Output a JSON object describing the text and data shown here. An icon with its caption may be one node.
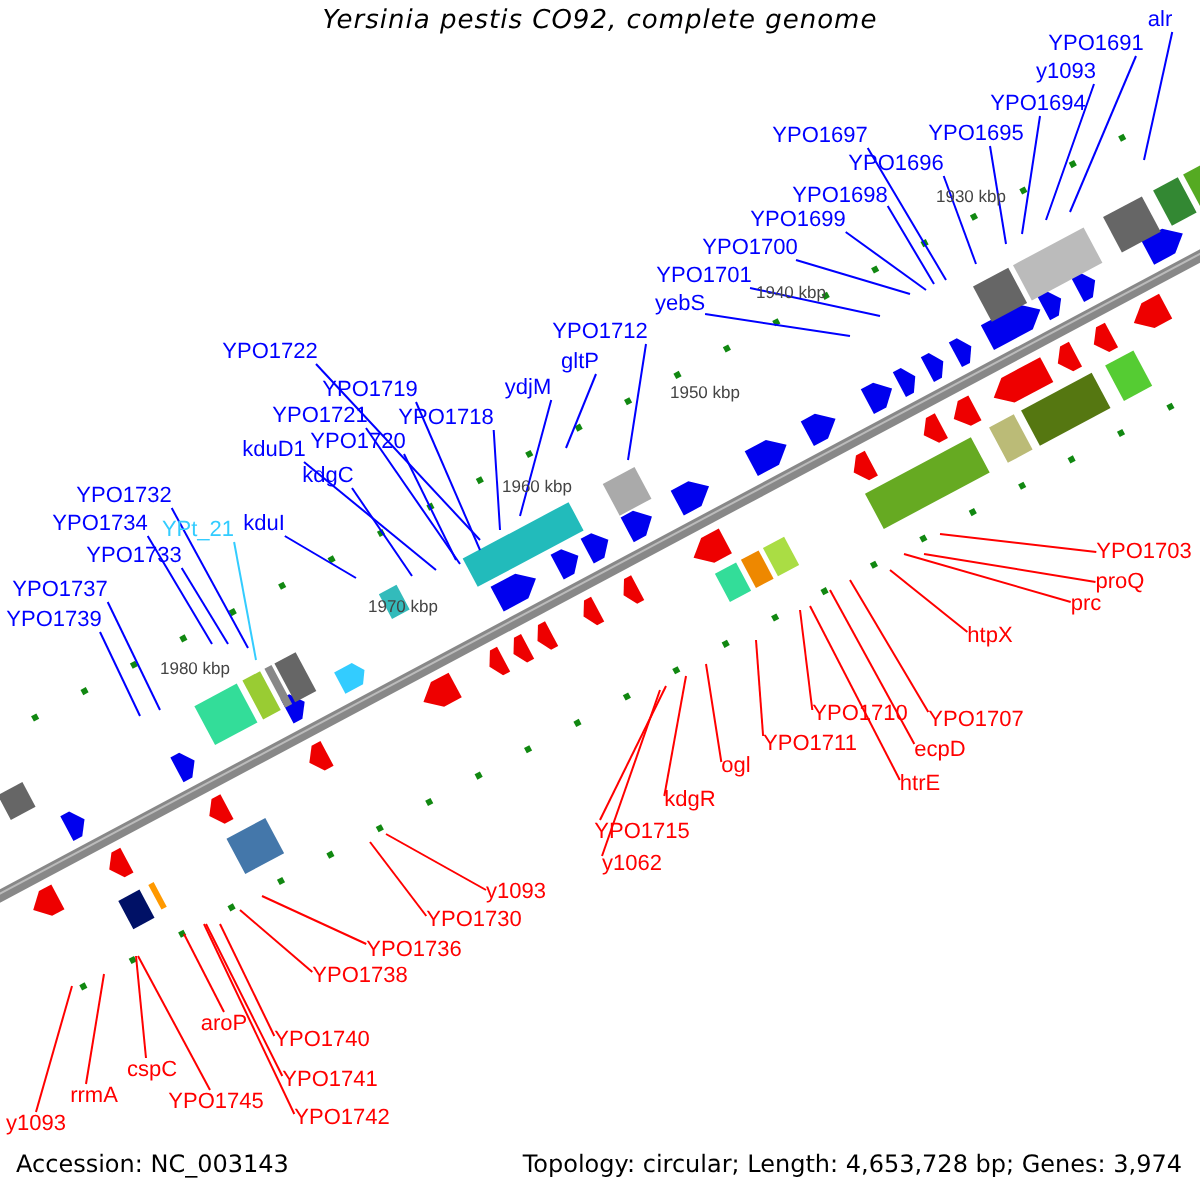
{
  "diagram": {
    "title": "Yersinia pestis CO92, complete genome",
    "nodes": [
      {
        "text": [
          "alr"
        ]
      },
      {
        "text": [
          "YPO1691"
        ]
      },
      {
        "text": [
          "y1093"
        ]
      },
      {
        "text": [
          "YPO1694"
        ]
      },
      {
        "text": [
          "YPO1695"
        ]
      },
      {
        "text": [
          "YPO1697"
        ]
      },
      {
        "text": [
          "YPO1696"
        ]
      },
      {
        "text": [
          "YPO1698"
        ]
      },
      {
        "text": [
          "YPO1699"
        ]
      },
      {
        "text": [
          "YPO1700"
        ]
      },
      {
        "text": [
          "YPO1701"
        ]
      },
      {
        "text": [
          "yebS"
        ]
      },
      {
        "text": [
          "YPO1712"
        ]
      },
      {
        "text": [
          "YPO1722"
        ]
      },
      {
        "text": [
          "gltP"
        ]
      },
      {
        "text": [
          "YPO1719"
        ]
      },
      {
        "text": [
          "ydjM"
        ]
      },
      {
        "text": [
          "YPO1721"
        ]
      },
      {
        "text": [
          "YPO1718"
        ]
      },
      {
        "text": [
          "YPO1720"
        ]
      },
      {
        "text": [
          "kduD1"
        ]
      },
      {
        "text": [
          "kdgC"
        ]
      },
      {
        "text": [
          "YPO1732"
        ]
      },
      {
        "text": [
          "YPO1734"
        ]
      },
      {
        "text": [
          "kduI"
        ]
      },
      {
        "text": [
          "YPt_21"
        ]
      },
      {
        "text": [
          "YPO1733"
        ]
      },
      {
        "text": [
          "YPO1737"
        ]
      },
      {
        "text": [
          "YPO1739"
        ]
      },
      {
        "text": [
          "YPO1703"
        ]
      },
      {
        "text": [
          "proQ"
        ]
      },
      {
        "text": [
          "prc"
        ]
      },
      {
        "text": [
          "htpX"
        ]
      },
      {
        "text": [
          "YPO1707"
        ]
      },
      {
        "text": [
          "YPO1710"
        ]
      },
      {
        "text": [
          "ecpD"
        ]
      },
      {
        "text": [
          "YPO1711"
        ]
      },
      {
        "text": [
          "ogl"
        ]
      },
      {
        "text": [
          "htrE"
        ]
      },
      {
        "text": [
          "kdgR"
        ]
      },
      {
        "text": [
          "YPO1715"
        ]
      },
      {
        "text": [
          "y1062"
        ]
      },
      {
        "text": [
          "y1093"
        ]
      },
      {
        "text": [
          "YPO1730"
        ]
      },
      {
        "text": [
          "YPO1736"
        ]
      },
      {
        "text": [
          "YPO1738"
        ]
      },
      {
        "text": [
          "aroP"
        ]
      },
      {
        "text": [
          "YPO1740"
        ]
      },
      {
        "text": [
          "YPO1741"
        ]
      },
      {
        "text": [
          "cspC"
        ]
      },
      {
        "text": [
          "rrmA"
        ]
      },
      {
        "text": [
          "YPO1745"
        ]
      },
      {
        "text": [
          "YPO1742"
        ]
      },
      {
        "text": [
          "y1093"
        ]
      }
    ],
    "edges": [
      {
        "from": 0,
        "to": null,
        "arrow": "none"
      },
      {
        "from": 1,
        "to": null,
        "arrow": "none"
      },
      {
        "from": 2,
        "to": null,
        "arrow": "none"
      },
      {
        "from": 3,
        "to": null,
        "arrow": "none"
      },
      {
        "from": 4,
        "to": null,
        "arrow": "none"
      },
      {
        "from": 5,
        "to": null,
        "arrow": "none"
      },
      {
        "from": 6,
        "to": null,
        "arrow": "none"
      },
      {
        "from": 7,
        "to": null,
        "arrow": "none"
      },
      {
        "from": 8,
        "to": null,
        "arrow": "none"
      },
      {
        "from": 9,
        "to": null,
        "arrow": "none"
      },
      {
        "from": 10,
        "to": null,
        "arrow": "none"
      },
      {
        "from": 11,
        "to": null,
        "arrow": "none"
      },
      {
        "from": 12,
        "to": null,
        "arrow": "none"
      },
      {
        "from": 13,
        "to": null,
        "arrow": "none"
      },
      {
        "from": 14,
        "to": null,
        "arrow": "none"
      },
      {
        "from": 15,
        "to": null,
        "arrow": "none"
      },
      {
        "from": 16,
        "to": null,
        "arrow": "none"
      },
      {
        "from": 17,
        "to": null,
        "arrow": "none"
      },
      {
        "from": 18,
        "to": null,
        "arrow": "none"
      },
      {
        "from": 19,
        "to": null,
        "arrow": "none"
      },
      {
        "from": 20,
        "to": null,
        "arrow": "none"
      },
      {
        "from": 21,
        "to": null,
        "arrow": "none"
      },
      {
        "from": 22,
        "to": null,
        "arrow": "none"
      },
      {
        "from": 23,
        "to": null,
        "arrow": "none"
      },
      {
        "from": 24,
        "to": null,
        "arrow": "none"
      },
      {
        "from": 25,
        "to": null,
        "arrow": "none",
        "color": "#33ccff"
      },
      {
        "from": 26,
        "to": null,
        "arrow": "none"
      },
      {
        "from": 27,
        "to": null,
        "arrow": "none"
      },
      {
        "from": 28,
        "to": null,
        "arrow": "none"
      },
      {
        "from": 29,
        "to": null,
        "arrow": "none",
        "color": "#ff0000"
      },
      {
        "from": 30,
        "to": null,
        "arrow": "none",
        "color": "#ff0000"
      },
      {
        "from": 31,
        "to": null,
        "arrow": "none",
        "color": "#ff0000"
      },
      {
        "from": 32,
        "to": null,
        "arrow": "none",
        "color": "#ff0000"
      },
      {
        "from": 33,
        "to": null,
        "arrow": "none",
        "color": "#ff0000"
      },
      {
        "from": 34,
        "to": null,
        "arrow": "none",
        "color": "#ff0000"
      },
      {
        "from": 35,
        "to": null,
        "arrow": "none",
        "color": "#ff0000"
      },
      {
        "from": 36,
        "to": null,
        "arrow": "none",
        "color": "#ff0000"
      },
      {
        "from": 37,
        "to": null,
        "arrow": "none",
        "color": "#ff0000"
      },
      {
        "from": 38,
        "to": null,
        "arrow": "none",
        "color": "#ff0000"
      },
      {
        "from": 39,
        "to": null,
        "arrow": "none",
        "color": "#ff0000"
      },
      {
        "from": 40,
        "to": null,
        "arrow": "none",
        "color": "#ff0000"
      },
      {
        "from": 41,
        "to": null,
        "arrow": "none",
        "color": "#ff0000"
      },
      {
        "from": 42,
        "to": null,
        "arrow": "none",
        "color": "#ff0000"
      },
      {
        "from": 43,
        "to": null,
        "arrow": "none",
        "color": "#ff0000"
      },
      {
        "from": 44,
        "to": null,
        "arrow": "none",
        "color": "#ff0000"
      },
      {
        "from": 45,
        "to": null,
        "arrow": "none",
        "color": "#ff0000"
      },
      {
        "from": 46,
        "to": null,
        "arrow": "none",
        "color": "#ff0000"
      },
      {
        "from": 47,
        "to": null,
        "arrow": "none",
        "color": "#ff0000"
      },
      {
        "from": 48,
        "to": null,
        "arrow": "none",
        "color": "#ff0000"
      },
      {
        "from": 49,
        "to": null,
        "arrow": "none",
        "color": "#ff0000"
      },
      {
        "from": 50,
        "to": null,
        "arrow": "none",
        "color": "#ff0000"
      },
      {
        "from": 51,
        "to": null,
        "arrow": "none",
        "color": "#ff0000"
      },
      {
        "from": 52,
        "to": null,
        "arrow": "none",
        "color": "#ff0000"
      },
      {
        "from": 53,
        "to": null,
        "arrow": "none",
        "color": "#ff0000"
      }
    ],
    "labels": [
      "1930 kbp",
      "1940 kbp",
      "1950 kbp",
      "1960 kbp",
      "1970 kbp",
      "1980 kbp",
      "Accession: NC_003143",
      "Topology: circular; Length: 4,653,728 bp; Genes: 3,974"
    ]
  }
}
